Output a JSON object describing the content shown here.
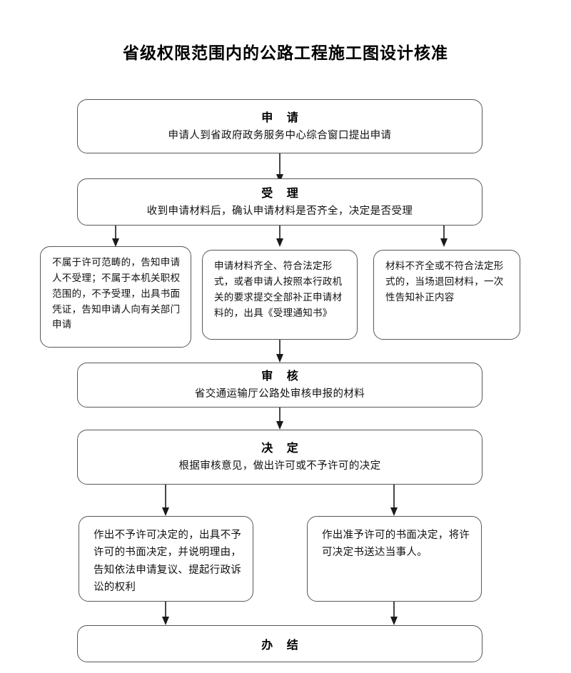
{
  "document": {
    "title": "省级权限范围内的公路工程施工图设计核准"
  },
  "flow": {
    "apply": {
      "heading": "申 请",
      "body": "申请人到省政府政务服务中心综合窗口提出申请"
    },
    "accept": {
      "heading": "受 理",
      "body": "收到申请材料后，确认申请材料是否齐全，决定是否受理"
    },
    "branches": [
      {
        "id": "not-in-scope",
        "body": "不属于许可范畴的，告知申请人不受理；不属于本机关职权范围的，不予受理，出具书面凭证，告知申请人向有关部门申请"
      },
      {
        "id": "materials-complete",
        "body": "申请材料齐全、符合法定形式，或者申请人按照本行政机关的要求提交全部补正申请材料的，出具《受理通知书》"
      },
      {
        "id": "materials-incomplete",
        "body": "材料不齐全或不符合法定形式的，当场退回材料，一次性告知补正内容"
      }
    ],
    "review": {
      "heading": "审 核",
      "body": "省交通运输厅公路处审核申报的材料"
    },
    "decision": {
      "heading": "决 定",
      "body": "根据审核意见，做出许可或不予许可的决定"
    },
    "outcomes": [
      {
        "id": "denied",
        "body": "作出不予许可决定的，出具不予许可的书面决定，并说明理由，告知依法申请复议、提起行政诉讼的权利"
      },
      {
        "id": "approved",
        "body": "作出准予许可的书面决定，将许可决定书送达当事人。"
      }
    ],
    "complete": {
      "heading": "办 结"
    }
  },
  "style": {
    "border_color": "#58585a",
    "text_color": "#111111",
    "line_color": "#1a1a1a",
    "background": "#ffffff"
  }
}
